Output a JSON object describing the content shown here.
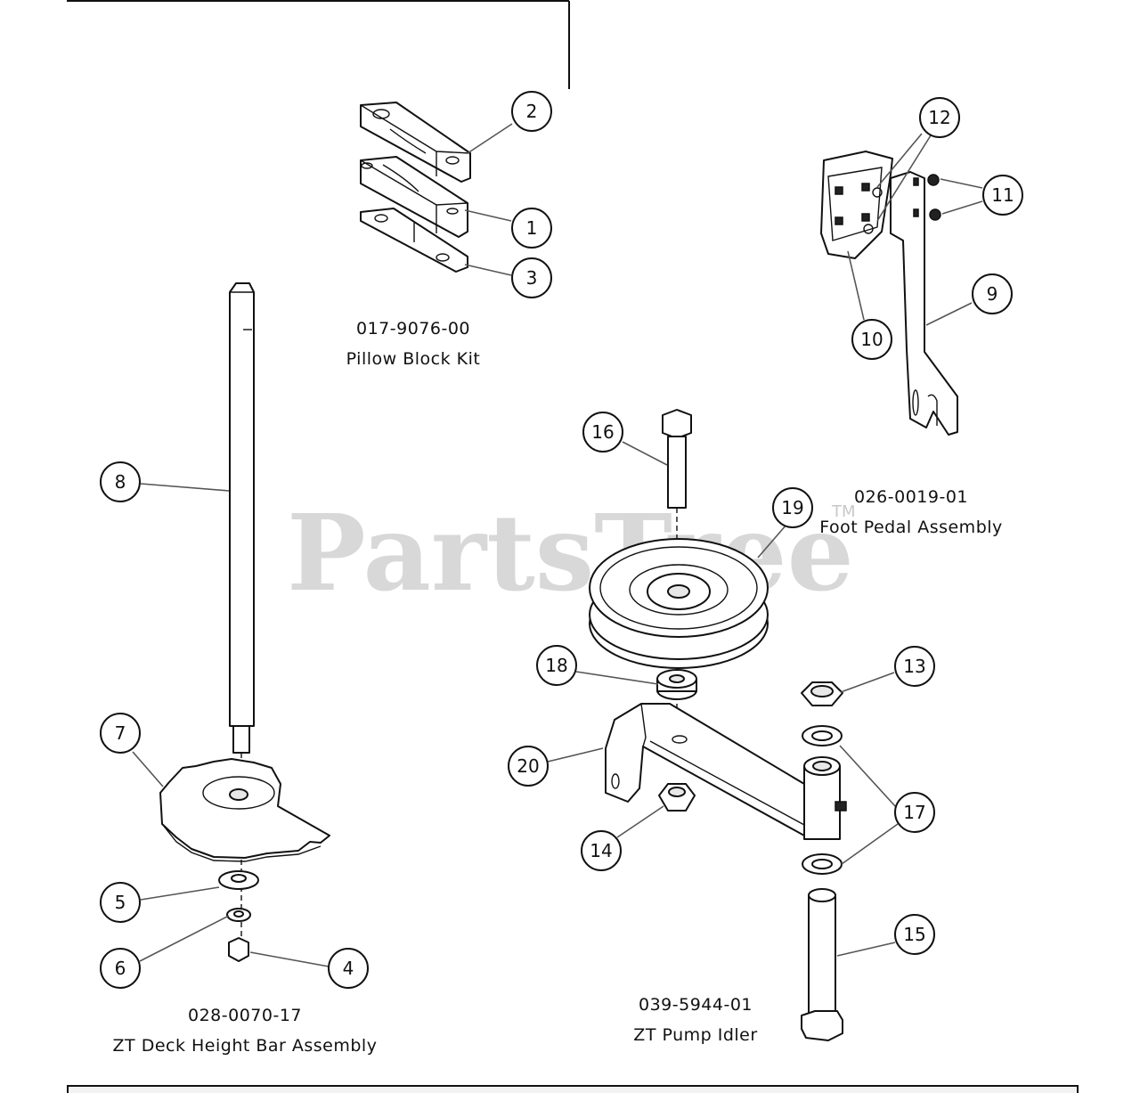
{
  "watermark": {
    "text": "PartsTree",
    "trademark": "TM"
  },
  "assemblies": [
    {
      "part_number": "017-9076-00",
      "name": "Pillow Block Kit"
    },
    {
      "part_number": "026-0019-01",
      "name": "Foot Pedal Assembly"
    },
    {
      "part_number": "028-0070-17",
      "name": "ZT Deck Height Bar Assembly"
    },
    {
      "part_number": "039-5944-01",
      "name": "ZT Pump Idler"
    }
  ],
  "callouts": [
    "1",
    "2",
    "3",
    "4",
    "5",
    "6",
    "7",
    "8",
    "9",
    "10",
    "11",
    "12",
    "13",
    "14",
    "15",
    "16",
    "17",
    "18",
    "19",
    "20"
  ]
}
